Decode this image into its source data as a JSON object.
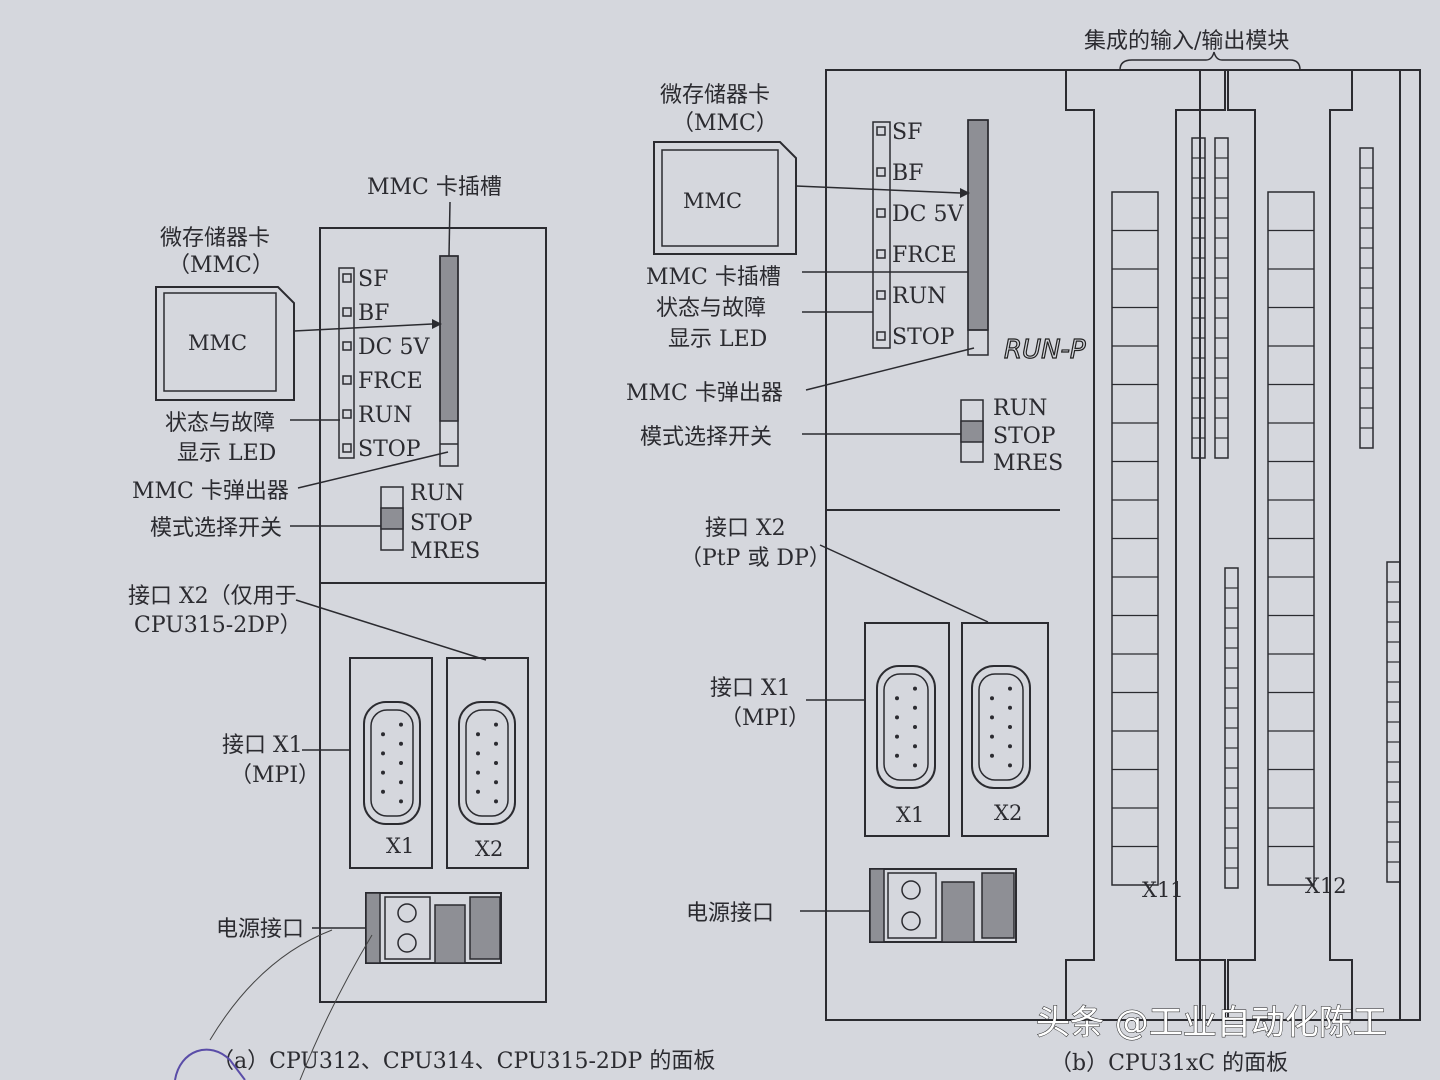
{
  "left_panel": {
    "caption": "（a）CPU312、CPU314、CPU315-2DP 的面板",
    "mmc_card_label": "微存储器卡",
    "mmc_card_sub": "（MMC）",
    "mmc_text": "MMC",
    "mmc_slot": "MMC 卡插槽",
    "status_led_1": "状态与故障",
    "status_led_2": "显示 LED",
    "ejector": "MMC 卡弹出器",
    "mode_switch": "模式选择开关",
    "x2_label_1": "接口 X2（仅用于",
    "x2_label_2": "CPU315-2DP）",
    "x1_label_1": "接口 X1",
    "x1_label_2": "（MPI）",
    "power": "电源接口",
    "leds": [
      "SF",
      "BF",
      "DC 5V",
      "FRCE",
      "RUN",
      "STOP"
    ],
    "modes": [
      "RUN",
      "STOP",
      "MRES"
    ],
    "ports": [
      "X1",
      "X2"
    ]
  },
  "right_panel": {
    "caption": "（b）CPU31xC 的面板",
    "io_label": "集成的输入/输出模块",
    "mmc_card_label": "微存储器卡",
    "mmc_card_sub": "（MMC）",
    "mmc_text": "MMC",
    "mmc_slot": "MMC 卡插槽",
    "status_led_1": "状态与故障",
    "status_led_2": "显示 LED",
    "ejector": "MMC 卡弹出器",
    "mode_switch": "模式选择开关",
    "x2_label_1": "接口 X2",
    "x2_label_2": "（PtP 或 DP）",
    "x1_label_1": "接口 X1",
    "x1_label_2": "（MPI）",
    "power": "电源接口",
    "leds": [
      "SF",
      "BF",
      "DC 5V",
      "FRCE",
      "RUN",
      "STOP"
    ],
    "modes": [
      "RUN",
      "STOP",
      "MRES"
    ],
    "ports": [
      "X1",
      "X2"
    ],
    "io_modules": [
      "X11",
      "X12"
    ],
    "handwritten_note": "RUN-P"
  },
  "watermark": "头条 @工业自动化陈工"
}
